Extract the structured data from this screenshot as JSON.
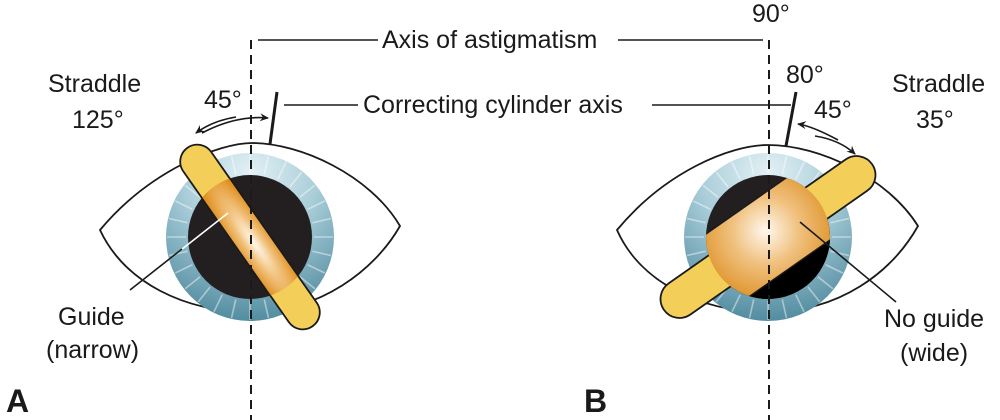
{
  "figure": {
    "top_labels": {
      "axis_of_astigmatism": "Axis of astigmatism",
      "correcting_cylinder_axis": "Correcting cylinder axis",
      "ninety_degrees": "90°"
    },
    "panels": [
      {
        "id": "A",
        "panel_label": "A",
        "straddle_title": "Straddle",
        "straddle_value": "125°",
        "straddle_angle_deg": 125,
        "rotation_label": "45°",
        "guide_label_line1": "Guide",
        "guide_label_line2": "(narrow)",
        "guide_type": "narrow"
      },
      {
        "id": "B",
        "panel_label": "B",
        "straddle_title": "Straddle",
        "straddle_value": "35°",
        "straddle_angle_deg": 35,
        "rotation_label": "45°",
        "cylinder_axis_label": "80°",
        "cylinder_axis_deg": 80,
        "guide_label_line1": "No guide",
        "guide_label_line2": "(wide)",
        "guide_type": "wide"
      }
    ],
    "colors": {
      "band_yellow": "#f3cf5a",
      "band_orange": "#e49a2a",
      "pupil": "#231f20",
      "iris_light": "#d9ebf1",
      "iris_dark": "#5a93a6",
      "ink": "#1a1a1a"
    }
  }
}
